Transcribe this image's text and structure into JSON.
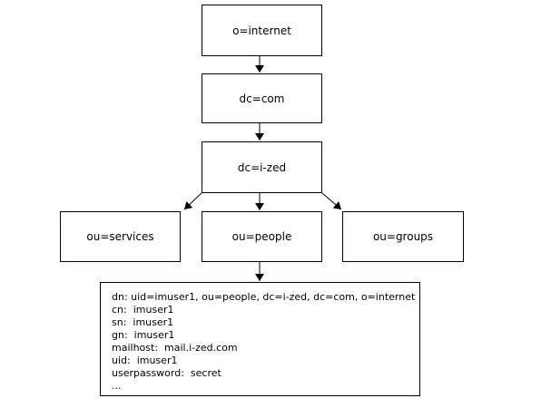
{
  "nodes": {
    "internet": "o=internet",
    "com": "dc=com",
    "ized": "dc=i-zed",
    "services": "ou=services",
    "people": "ou=people",
    "groups": "ou=groups"
  },
  "entry": {
    "lines": [
      "dn: uid=imuser1, ou=people, dc=i-zed, dc=com, o=internet",
      "cn:  imuser1",
      "sn:  imuser1",
      "gn:  imuser1",
      "mailhost:  mail.i-zed.com",
      "uid:  imuser1",
      "userpassword:  secret",
      "..."
    ]
  }
}
